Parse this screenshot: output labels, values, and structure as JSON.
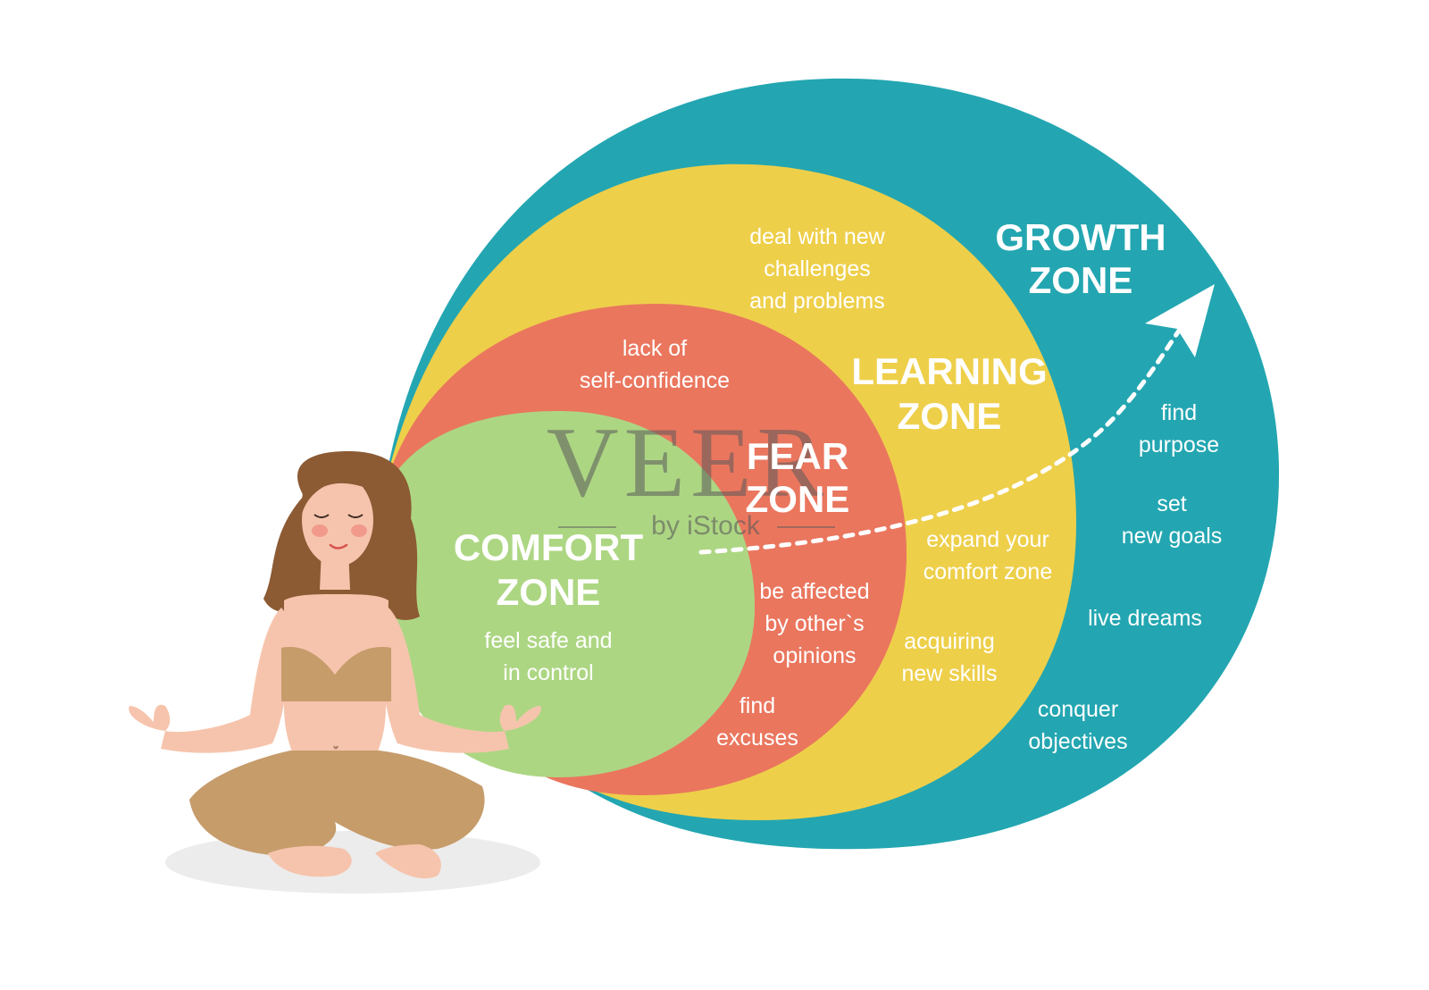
{
  "diagram": {
    "colors": {
      "growth": "#23a6b1",
      "learning": "#eecf4a",
      "fear": "#ea765e",
      "comfort": "#add683",
      "text": "#ffffff",
      "skin": "#f6c4ad",
      "hair": "#8c5a33",
      "clothing": "#c69c6b"
    },
    "zones": {
      "growth": {
        "title": [
          "GROWTH",
          "ZONE"
        ],
        "notes": [
          [
            "find",
            "purpose"
          ],
          [
            "set",
            "new goals"
          ],
          [
            "live dreams"
          ],
          [
            "conquer",
            "objectives"
          ]
        ]
      },
      "learning": {
        "title": [
          "LEARNING",
          "ZONE"
        ],
        "notes": [
          [
            "deal with new",
            "challenges",
            "and problems"
          ],
          [
            "expand your",
            "comfort zone"
          ],
          [
            "acquiring",
            "new skills"
          ]
        ]
      },
      "fear": {
        "title": [
          "FEAR",
          "ZONE"
        ],
        "notes": [
          [
            "lack of",
            "self-confidence"
          ],
          [
            "be affected",
            "by other`s",
            "opinions"
          ],
          [
            "find",
            "excuses"
          ]
        ]
      },
      "comfort": {
        "title": [
          "COMFORT",
          "ZONE"
        ],
        "notes": [
          [
            "feel safe and",
            "in control"
          ]
        ]
      }
    },
    "watermark": {
      "main": "VEER",
      "sub": "by iStock"
    },
    "icons": {
      "arrow": "dotted-growth-arrow-icon",
      "person": "meditating-woman-icon"
    }
  }
}
